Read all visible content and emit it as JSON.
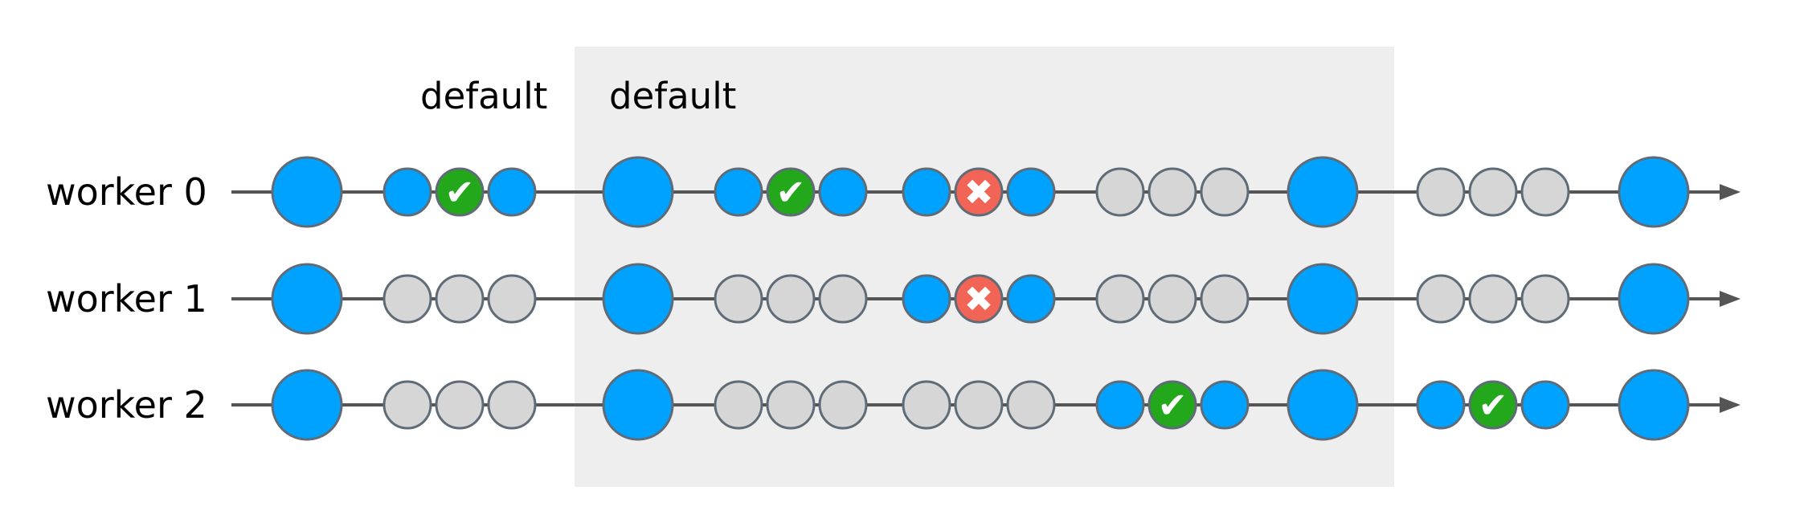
{
  "groups": [
    {
      "label": "default"
    },
    {
      "label": "default"
    }
  ],
  "workers": [
    {
      "label": "worker 0",
      "sequence": [
        "big",
        [
          "blue",
          "green",
          "blue"
        ],
        "big",
        [
          "blue",
          "green",
          "blue"
        ],
        [
          "blue",
          "red",
          "blue"
        ],
        [
          "gray",
          "gray",
          "gray"
        ],
        "big",
        [
          "gray",
          "gray",
          "gray"
        ],
        "big"
      ]
    },
    {
      "label": "worker 1",
      "sequence": [
        "big",
        [
          "gray",
          "gray",
          "gray"
        ],
        "big",
        [
          "gray",
          "gray",
          "gray"
        ],
        [
          "blue",
          "red",
          "blue"
        ],
        [
          "gray",
          "gray",
          "gray"
        ],
        "big",
        [
          "gray",
          "gray",
          "gray"
        ],
        "big"
      ]
    },
    {
      "label": "worker 2",
      "sequence": [
        "big",
        [
          "gray",
          "gray",
          "gray"
        ],
        "big",
        [
          "gray",
          "gray",
          "gray"
        ],
        [
          "gray",
          "gray",
          "gray"
        ],
        [
          "blue",
          "green",
          "blue"
        ],
        "big",
        [
          "blue",
          "green",
          "blue"
        ],
        "big"
      ]
    }
  ],
  "symbols": {
    "success": "✔",
    "failure": "✖"
  },
  "colors": {
    "blue": "#00a2ff",
    "gray": "#d6d6d6",
    "green": "#24a81b",
    "red": "#f26455",
    "highlight": "#eeeeee",
    "line": "#555555"
  }
}
